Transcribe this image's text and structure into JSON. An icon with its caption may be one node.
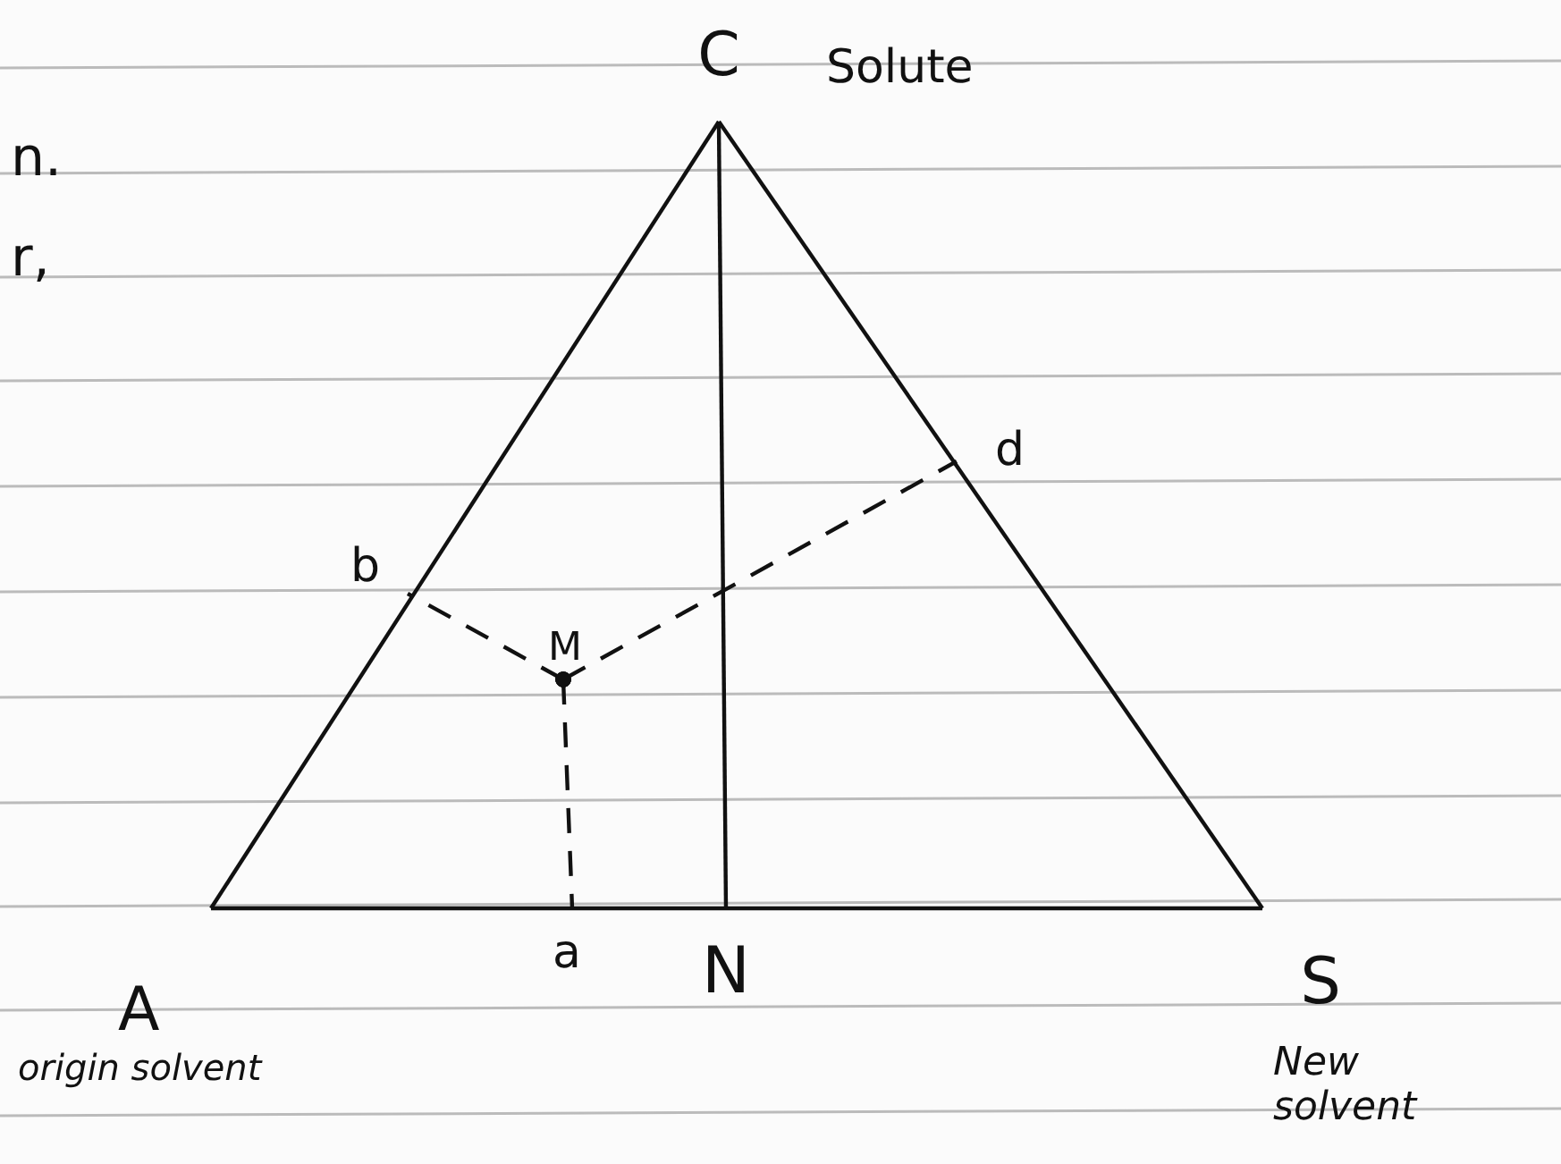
{
  "diagram": {
    "nodes": [
      {
        "text": [
          "C"
        ],
        "beside": [
          "Solute"
        ]
      },
      {
        "text": [
          "A"
        ],
        "beside": [
          "origin solvent"
        ]
      },
      {
        "text": [
          "S"
        ],
        "beside": [
          "New solvent"
        ]
      },
      {
        "text": [
          "N"
        ]
      },
      {
        "text": [
          "a"
        ]
      },
      {
        "text": [
          "M"
        ]
      },
      {
        "text": [
          "b"
        ]
      },
      {
        "text": [
          "d"
        ]
      }
    ],
    "edges": [
      {
        "from": 0,
        "to": 1,
        "arrow": "none"
      },
      {
        "from": 1,
        "to": 2,
        "arrow": "none"
      },
      {
        "from": 2,
        "to": 0,
        "arrow": "none"
      },
      {
        "from": 0,
        "to": 3,
        "arrow": "none"
      },
      {
        "from": 5,
        "to": 4,
        "arrow": "other",
        "style": "dashed"
      },
      {
        "from": 5,
        "to": 6,
        "arrow": "other",
        "style": "dashed"
      },
      {
        "from": 5,
        "to": 7,
        "arrow": "other",
        "style": "dashed"
      }
    ],
    "labels": [
      "n.",
      "r,"
    ]
  }
}
